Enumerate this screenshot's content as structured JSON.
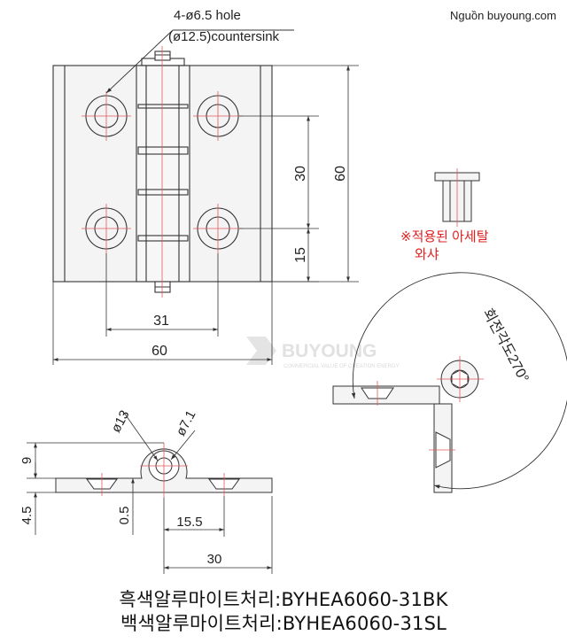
{
  "source_credit": "Nguồn buyoung.com",
  "hole_callout": {
    "line1": "4-ø6.5 hole",
    "line2": "(ø12.5)countersink"
  },
  "dimensions": {
    "hole_pitch_vertical": "30",
    "overall_height": "60",
    "hole_from_bottom": "15",
    "hole_pitch_horizontal": "31",
    "overall_width": "60",
    "knuckle_outer_dia": "ø13",
    "pin_dia": "ø7.1",
    "side_height": "9",
    "leaf_thickness": "4.5",
    "offset_small": "0.5",
    "hole_from_center": "15.5",
    "half_width": "30"
  },
  "washer_note": {
    "line1": "※적용된 아세탈",
    "line2": "와샤"
  },
  "rotation_label": "회전각도270°",
  "watermark": {
    "brand": "BUYOUNG",
    "tagline": "COMMERCIAL VALUE OF CREATION ENERGY"
  },
  "model_codes": [
    "흑색알루마이트처리:BYHEA6060-31BK",
    "백색알루마이트처리:BYHEA6060-31SL"
  ],
  "colors": {
    "line": "#333333",
    "center_line": "#e05a5a",
    "note": "#e02020",
    "watermark": "#c9c9c9"
  }
}
